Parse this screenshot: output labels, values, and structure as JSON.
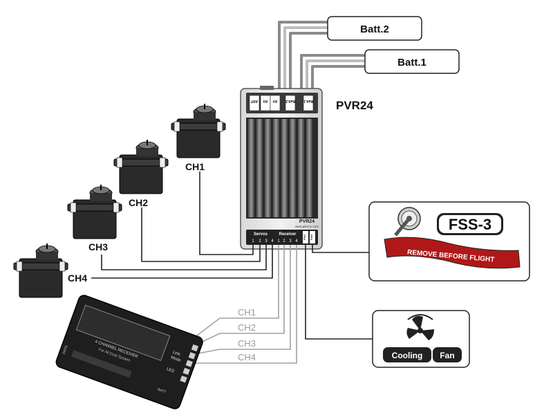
{
  "device": {
    "name": "PVR24",
    "front_model": "PVR24",
    "front_url": "www.pilot-rc.com",
    "top_ports": [
      "ANT",
      "Alt",
      "Alt",
      "Batt.2",
      "Batt.1"
    ],
    "servos_header": "Servos",
    "receiver_header": "Receiver",
    "servo_ports": [
      "1",
      "2",
      "3",
      "4"
    ],
    "receiver_ports": [
      "1",
      "2",
      "3",
      "4"
    ],
    "side_ports": [
      "FSS",
      "FAN"
    ]
  },
  "batteries": {
    "batt2": "Batt.2",
    "batt1": "Batt.1"
  },
  "servos": [
    {
      "label": "CH1"
    },
    {
      "label": "CH2"
    },
    {
      "label": "CH3"
    },
    {
      "label": "CH4"
    }
  ],
  "receiver_lines": [
    "CH1",
    "CH2",
    "CH3",
    "CH4"
  ],
  "receiver_unit": {
    "line1": "4 CHANNEL RECEIVER",
    "line2": "For All Dual System",
    "side1": "Link",
    "side2": "Mode",
    "side3": "LED",
    "batt": "BATT",
    "data": "DATA"
  },
  "fss_box": {
    "title": "FSS-3",
    "flag": "REMOVE BEFORE FLIGHT"
  },
  "fan_box": {
    "line1": "Cooling",
    "line2": "Fan"
  },
  "colors": {
    "wire_dark": "#222222",
    "wire_gray": "#a0a0a0",
    "flag_red": "#b01818"
  }
}
